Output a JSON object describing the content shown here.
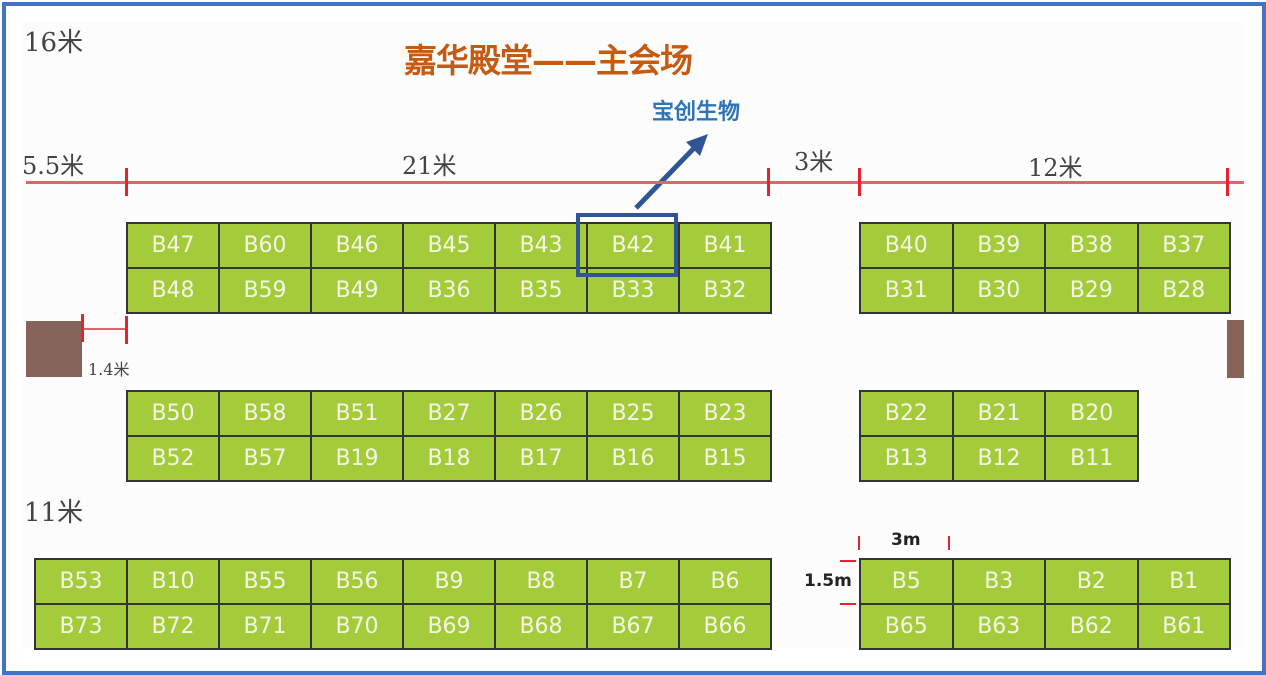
{
  "title": "嘉华殿堂——主会场",
  "highlight": {
    "exhibitor": "宝创生物",
    "booth": "B42",
    "accent_color": "#2f5597"
  },
  "dimensions": {
    "hall_height": "16米",
    "left_margin": "5.5米",
    "block_a_width": "21米",
    "aisle_width": "3米",
    "block_b_width": "12米",
    "pillar_gap": "1.4米",
    "lower_gap": "11米",
    "booth_width": "3m",
    "booth_depth": "1.5m"
  },
  "colors": {
    "booth_fill": "#a4cb39",
    "title_color": "#c55a11",
    "dimension_line": "#e5222d",
    "pillar": "#86645a",
    "frame": "#4472c4"
  },
  "booth_rows": {
    "top_left": [
      [
        "B47",
        "B60",
        "B46",
        "B45",
        "B43",
        "B42",
        "B41"
      ],
      [
        "B48",
        "B59",
        "B49",
        "B36",
        "B35",
        "B33",
        "B32"
      ]
    ],
    "top_right": [
      [
        "B40",
        "B39",
        "B38",
        "B37"
      ],
      [
        "B31",
        "B30",
        "B29",
        "B28"
      ]
    ],
    "mid_left": [
      [
        "B50",
        "B58",
        "B51",
        "B27",
        "B26",
        "B25",
        "B23"
      ],
      [
        "B52",
        "B57",
        "B19",
        "B18",
        "B17",
        "B16",
        "B15"
      ]
    ],
    "mid_right": [
      [
        "B22",
        "B21",
        "B20"
      ],
      [
        "B13",
        "B12",
        "B11"
      ]
    ],
    "bottom_left": [
      [
        "B53",
        "B10",
        "B55",
        "B56",
        "B9",
        "B8",
        "B7",
        "B6"
      ],
      [
        "B73",
        "B72",
        "B71",
        "B70",
        "B69",
        "B68",
        "B67",
        "B66"
      ]
    ],
    "bottom_right": [
      [
        "B5",
        "B3",
        "B2",
        "B1"
      ],
      [
        "B65",
        "B63",
        "B62",
        "B61"
      ]
    ]
  }
}
